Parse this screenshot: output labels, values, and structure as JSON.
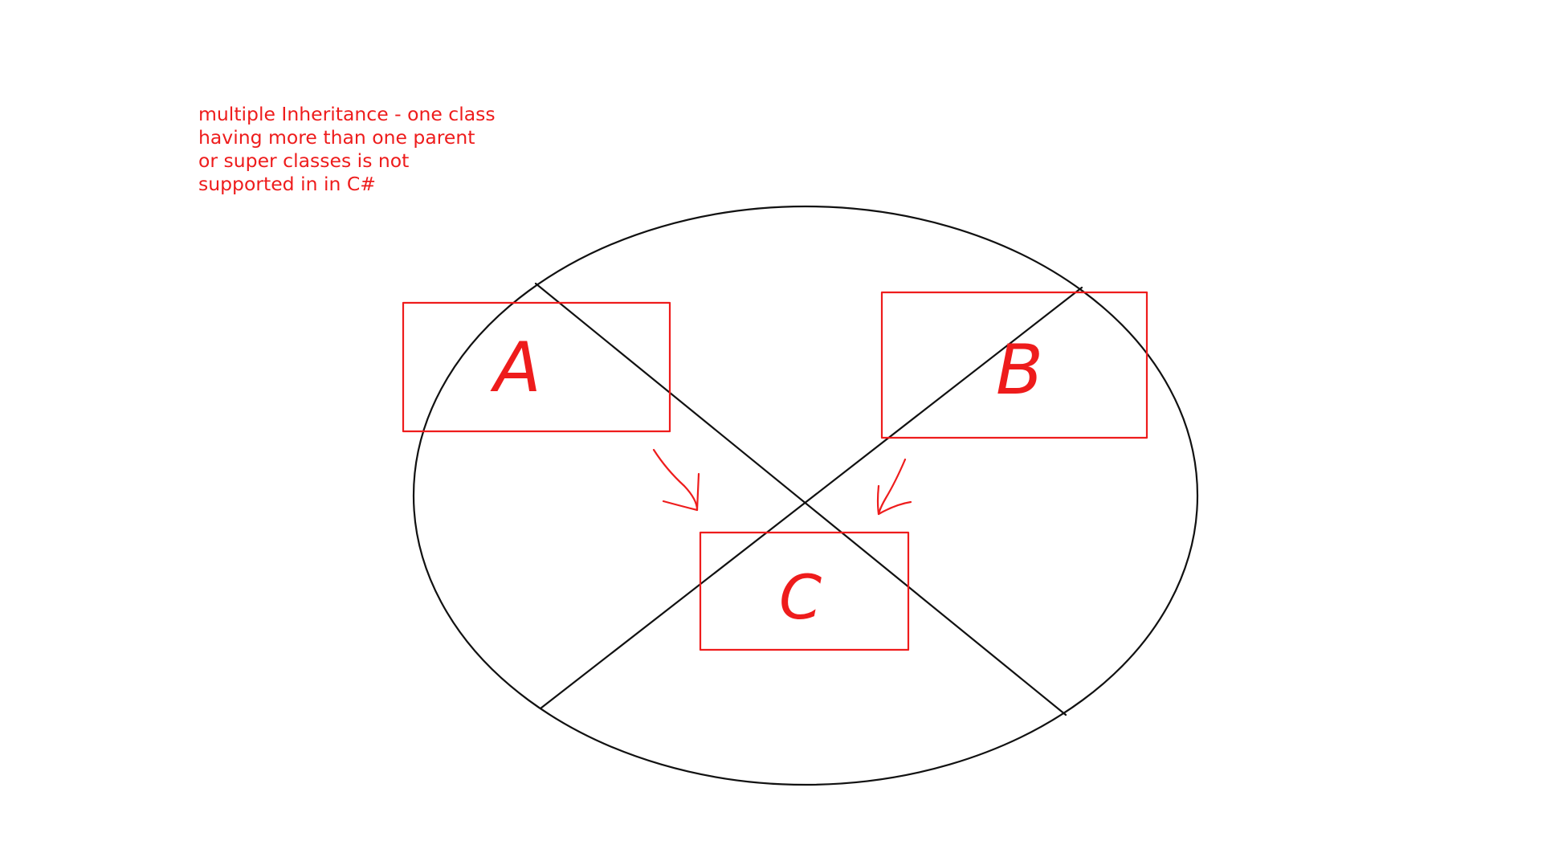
{
  "note": {
    "lines": [
      "multiple Inheritance - one class",
      "having more than one parent",
      "or super classes is not",
      "supported in in C#"
    ]
  },
  "classes": [
    {
      "id": "parent-a",
      "label": "A",
      "role": "parent"
    },
    {
      "id": "parent-b",
      "label": "B",
      "role": "parent"
    },
    {
      "id": "child-c",
      "label": "C",
      "role": "child"
    }
  ],
  "colors": {
    "annotation": "#ee1c1c",
    "cross_out": "#111111",
    "background": "#ffffff"
  },
  "icons": {
    "arrow_a_to_c": "down-right-arrow-icon",
    "arrow_b_to_c": "down-left-arrow-icon",
    "cross_out": "crossed-out-ellipse-icon"
  }
}
